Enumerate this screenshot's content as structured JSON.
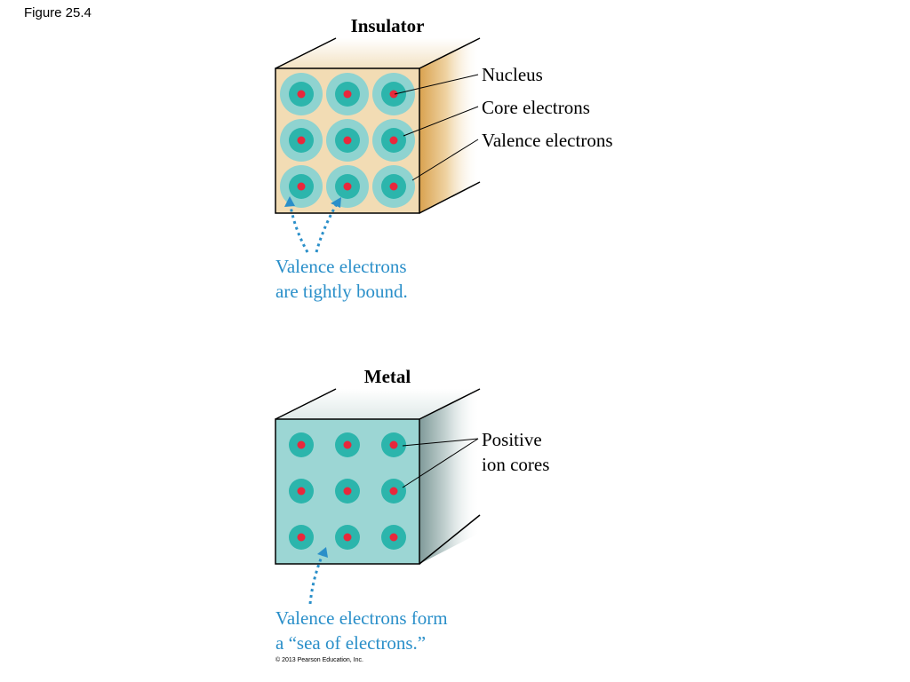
{
  "figure_label": "Figure 25.4",
  "colors": {
    "insulator_face": "#f2dcb4",
    "metal_face": "#9cd6d4",
    "valence_cloud": "#8fd3d0",
    "core": "#2cb5ac",
    "nucleus": "#e8283c",
    "dotted_arrow": "#2a8fc9",
    "note_text": "#2a8fc9",
    "leader_line": "#000000"
  },
  "insulator": {
    "title": "Insulator",
    "labels": {
      "nucleus": "Nucleus",
      "core_electrons": "Core electrons",
      "valence_electrons": "Valence electrons"
    },
    "note": [
      "Valence electrons",
      "are tightly bound."
    ]
  },
  "metal": {
    "title": "Metal",
    "labels": {
      "positive_ion_cores": [
        "Positive",
        "ion cores"
      ]
    },
    "note": [
      "Valence electrons form",
      "a “sea of electrons.”"
    ]
  },
  "copyright": "© 2013 Pearson Education, Inc."
}
